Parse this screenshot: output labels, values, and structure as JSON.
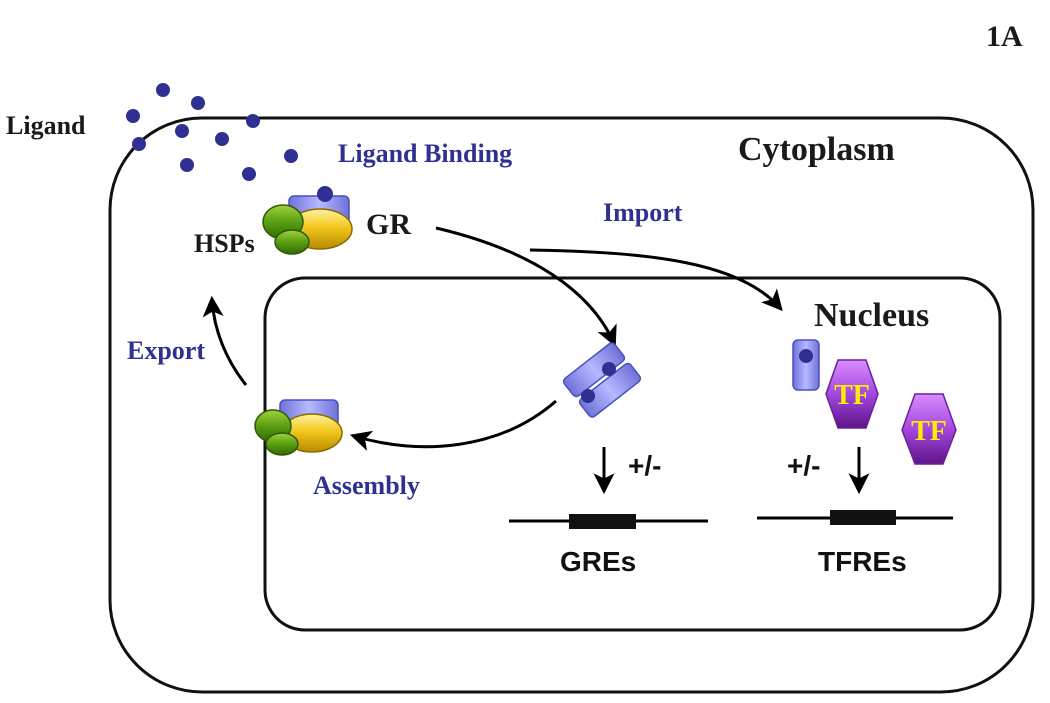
{
  "figure_label": "1A",
  "compartments": {
    "cytoplasm": "Cytoplasm",
    "nucleus": "Nucleus"
  },
  "labels": {
    "ligand": "Ligand",
    "ligand_binding": "Ligand Binding",
    "hsps": "HSPs",
    "gr": "GR",
    "import": "Import",
    "export": "Export",
    "assembly": "Assembly",
    "gres": "GREs",
    "tfres": "TFREs",
    "modulation_gre": "+/-",
    "modulation_tfre": "+/-",
    "tf_bound": "TF",
    "tf_free": "TF"
  },
  "colors": {
    "ligand_dot": "#2e3192",
    "receptor": "#8c8ff0",
    "hsp_green": "#4f9a10",
    "hsp_yellow": "#e3b400",
    "tf_purple": "#9b3fd1",
    "tf_text": "#ffee00",
    "blue_label": "#2e3192"
  }
}
